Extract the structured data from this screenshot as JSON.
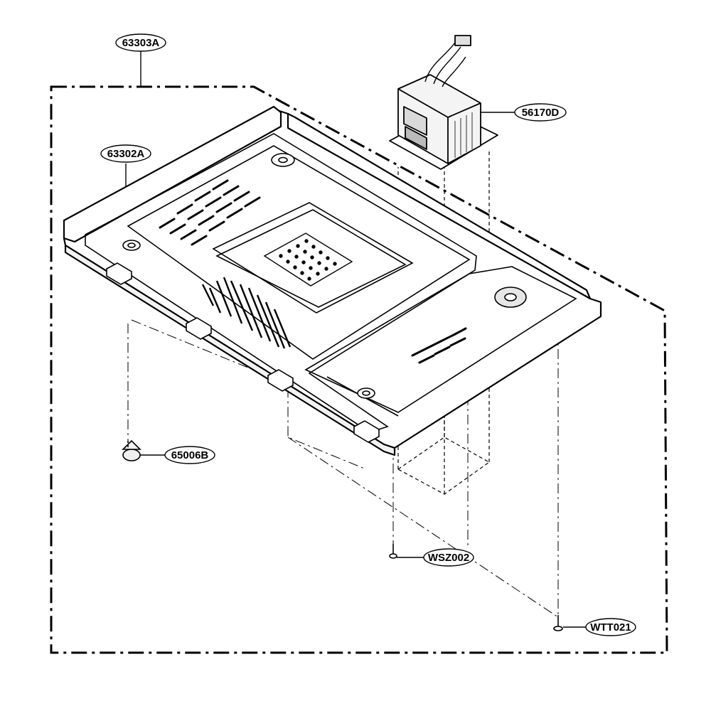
{
  "labels": {
    "assembly": "63303A",
    "base_plate": "63302A",
    "transformer": "56170D",
    "foot": "65006B",
    "screw_a": "WSZ002",
    "screw_b": "WTT021"
  },
  "colors": {
    "line": "#000000",
    "background": "#ffffff"
  }
}
